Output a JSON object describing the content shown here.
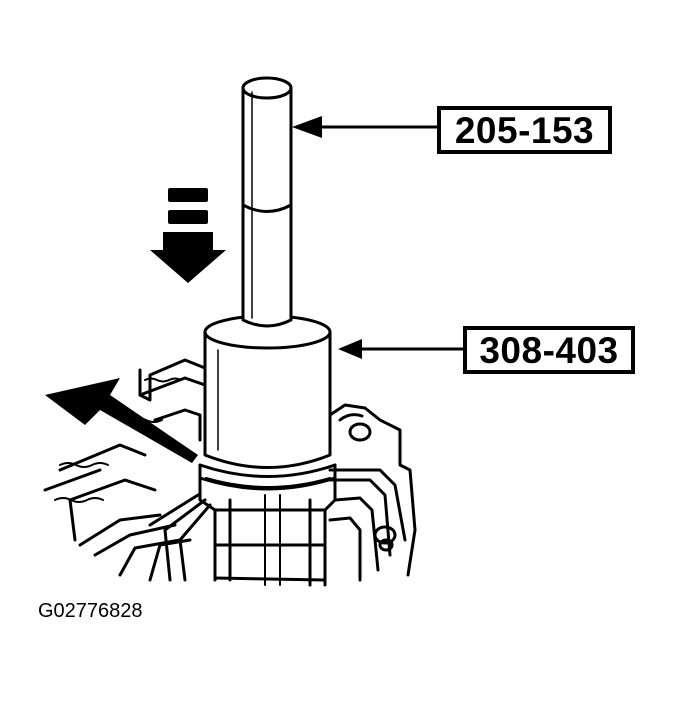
{
  "callouts": {
    "shaft_tool": "205-153",
    "driver_tool": "308-403"
  },
  "figure_id": "G02776828",
  "colors": {
    "ink": "#000000",
    "paper": "#ffffff"
  },
  "icons": {
    "press_direction": "down-arrow-icon",
    "pointer": "pointer-arrow-icon"
  }
}
